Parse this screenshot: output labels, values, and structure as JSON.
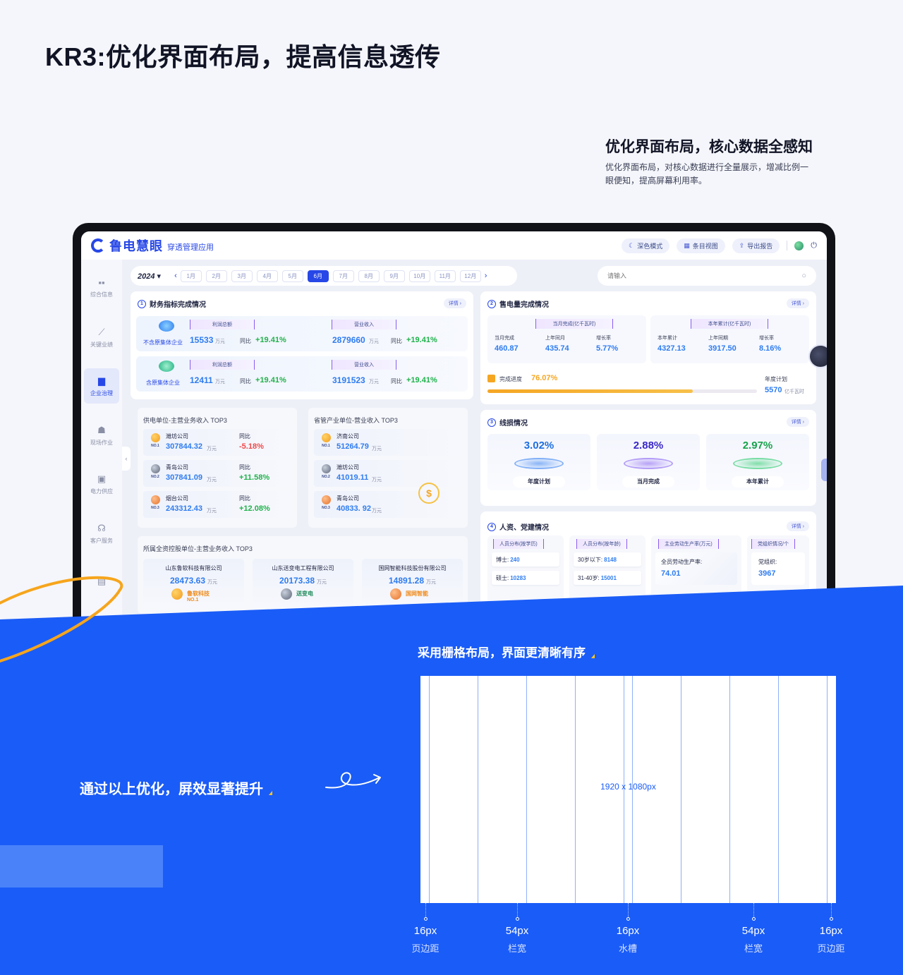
{
  "page": {
    "title": "KR3:优化界面布局，提高信息透传",
    "heading": "优化界面布局，核心数据全感知",
    "description": "优化界面布局，对核心数据进行全量展示，增减比例一眼便知，提高屏幕利用率。"
  },
  "app": {
    "logo": "鲁电慧眼",
    "subtitle": "穿透管理应用",
    "actions": [
      {
        "label": "深色模式",
        "icon": "moon-icon"
      },
      {
        "label": "条目视图",
        "icon": "grid-icon"
      },
      {
        "label": "导出报告",
        "icon": "export-icon"
      }
    ]
  },
  "sidebar": {
    "items": [
      {
        "label": "综合信息",
        "icon": "dashboard-icon",
        "active": false
      },
      {
        "label": "关键业绩",
        "icon": "chart-icon",
        "active": false
      },
      {
        "label": "企业治理",
        "icon": "building-icon",
        "active": true
      },
      {
        "label": "现场作业",
        "icon": "worker-icon",
        "active": false
      },
      {
        "label": "电力供应",
        "icon": "power-icon",
        "active": false
      },
      {
        "label": "客户服务",
        "icon": "headset-icon",
        "active": false
      },
      {
        "label": "",
        "icon": "clipboard-icon",
        "active": false
      }
    ]
  },
  "filter": {
    "year": "2024",
    "months": [
      "1月",
      "2月",
      "3月",
      "4月",
      "5月",
      "6月",
      "7月",
      "8月",
      "9月",
      "10月",
      "11月",
      "12月"
    ],
    "active_month_index": 5,
    "search_placeholder": "请输入"
  },
  "finance": {
    "title": "财务指标完成情况",
    "num": "1",
    "detail": "详情",
    "rows": [
      {
        "name": "不含原集体企业",
        "tag1": "利润总额",
        "v1": "15533",
        "u1": "万元",
        "yoy_label": "同比",
        "yoy1": "+19.41%",
        "tag2": "营业收入",
        "v2": "2879660",
        "u2": "万元",
        "yoy2": "+19.41%"
      },
      {
        "name": "含原集体企业",
        "tag1": "利润总额",
        "v1": "12411",
        "u1": "万元",
        "yoy_label": "同比",
        "yoy1": "+19.41%",
        "tag2": "营业收入",
        "v2": "3191523",
        "u2": "万元",
        "yoy2": "+19.41%"
      }
    ]
  },
  "supply_top3": {
    "title": "供电单位-主营业务收入 TOP3",
    "rows": [
      {
        "rank": "NO.1",
        "name": "潍坊公司",
        "value": "307844.32",
        "unit": "万元",
        "yoy_label": "同比",
        "yoy": "-5.18%",
        "neg": true
      },
      {
        "rank": "NO.2",
        "name": "青岛公司",
        "value": "307841.09",
        "unit": "万元",
        "yoy_label": "同比",
        "yoy": "+11.58%",
        "neg": false
      },
      {
        "rank": "NO.3",
        "name": "烟台公司",
        "value": "243312.43",
        "unit": "万元",
        "yoy_label": "同比",
        "yoy": "+12.08%",
        "neg": false
      }
    ]
  },
  "province_top3": {
    "title": "省管产业单位-营业收入 TOP3",
    "rows": [
      {
        "rank": "NO.1",
        "name": "济南公司",
        "value": "51264.79",
        "unit": "万元"
      },
      {
        "rank": "NO.2",
        "name": "潍坊公司",
        "value": "41019.11",
        "unit": "万元"
      },
      {
        "rank": "NO.3",
        "name": "青岛公司",
        "value": "40833. 92",
        "unit": "万元"
      }
    ]
  },
  "holding_top3": {
    "title": "所属全资控股单位-主营业务收入 TOP3",
    "items": [
      {
        "name": "山东鲁软科技有限公司",
        "value": "28473.63",
        "unit": "万元",
        "badge": "鲁软科技",
        "rank": "NO.1"
      },
      {
        "name": "山东送变电工程有限公司",
        "value": "20173.38",
        "unit": "万元",
        "badge": "送变电",
        "rank": ""
      },
      {
        "name": "国网智能科技股份有限公司",
        "value": "14891.28",
        "unit": "万元",
        "badge": "国网智能",
        "rank": ""
      }
    ]
  },
  "sales": {
    "title": "售电量完成情况",
    "num": "2",
    "detail": "详情",
    "month_tag": "当月完成(亿千瓦时)",
    "year_tag": "本年累计(亿千瓦时)",
    "month": [
      {
        "label": "当月完成",
        "value": "460.87"
      },
      {
        "label": "上年同月",
        "value": "435.74"
      },
      {
        "label": "增长率",
        "value": "5.77%"
      }
    ],
    "year": [
      {
        "label": "本年累计",
        "value": "4327.13"
      },
      {
        "label": "上年同期",
        "value": "3917.50"
      },
      {
        "label": "增长率",
        "value": "8.16%"
      }
    ],
    "progress_label": "完成进度",
    "progress_value": "76.07%",
    "progress": 0.7607,
    "plan_label": "年度计划",
    "plan_value": "5570",
    "plan_unit": "亿千瓦时"
  },
  "loss": {
    "title": "线损情况",
    "num": "3",
    "detail": "详情",
    "items": [
      {
        "value": "3.02%",
        "label": "年度计划",
        "color": "#1f6fe0"
      },
      {
        "value": "2.88%",
        "label": "当月完成",
        "color": "#3a28c8"
      },
      {
        "value": "2.97%",
        "label": "本年累计",
        "color": "#17a34a"
      }
    ]
  },
  "hr": {
    "title": "人资、党建情况",
    "num": "4",
    "detail": "详情",
    "edu_tag": "人员分布(按学历)",
    "age_tag": "人员分布(按年龄)",
    "prod_tag": "主业劳动生产率(万元)",
    "party_tag": "党组织情况/个",
    "edu": [
      {
        "label": "博士:",
        "value": "240"
      },
      {
        "label": "硕士:",
        "value": "10283"
      }
    ],
    "age": [
      {
        "label": "30岁以下:",
        "value": "8148"
      },
      {
        "label": "31-40岁:",
        "value": "15001"
      }
    ],
    "prod_label": "全员劳动生产率:",
    "prod_value": "74.01",
    "party_label": "党组织:",
    "party_value": "3967"
  },
  "band": {
    "caption": "采用栅格布局，界面更清晰有序",
    "left_text": "通过以上优化，屏效显著提升",
    "grid_label": "1920 x 1080px",
    "measures": [
      {
        "px": "16px",
        "label": "页边距"
      },
      {
        "px": "54px",
        "label": "栏宽"
      },
      {
        "px": "16px",
        "label": "水槽"
      },
      {
        "px": "54px",
        "label": "栏宽"
      },
      {
        "px": "16px",
        "label": "页边距"
      }
    ]
  },
  "colors": {
    "brand": "#2747e6",
    "band": "#1a5cf7",
    "positive": "#1fb24a",
    "negative": "#f04848",
    "value": "#2e7cf0",
    "progress": "#f5a623"
  }
}
